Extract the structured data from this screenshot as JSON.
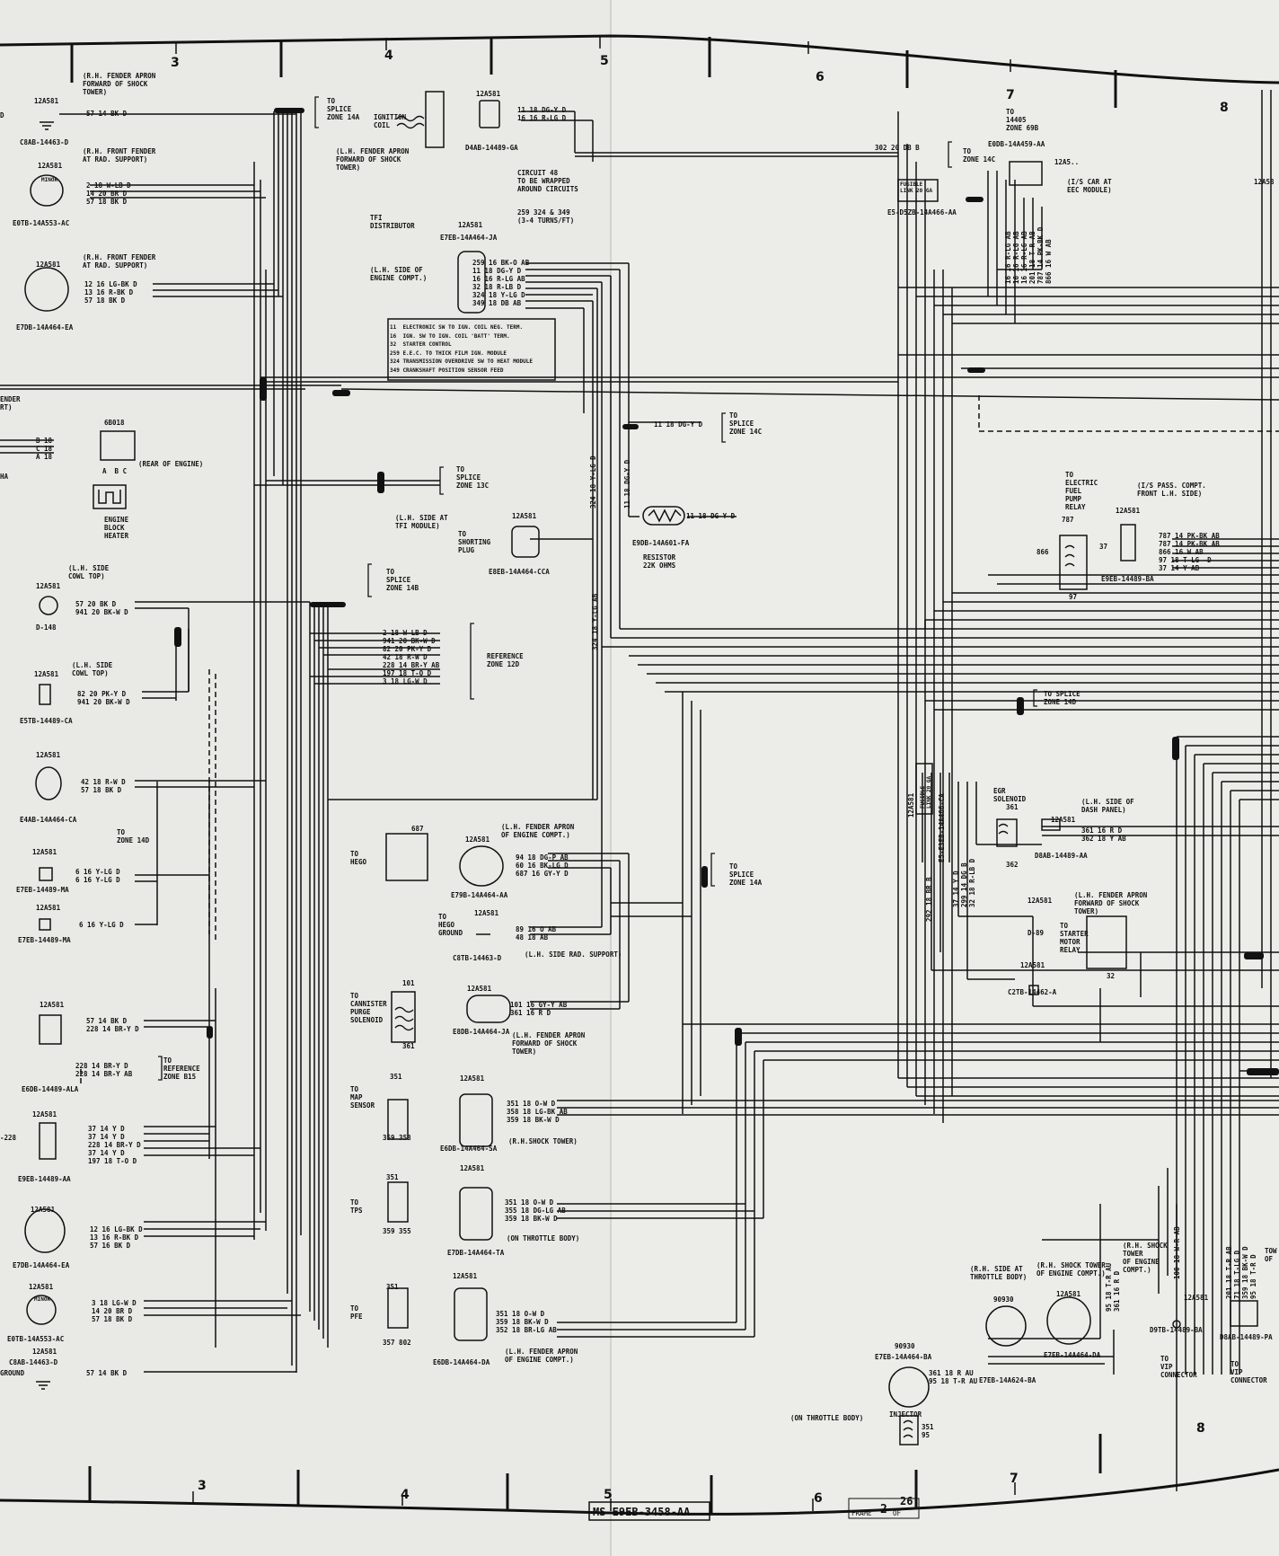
{
  "zones": {
    "top": [
      "3",
      "4",
      "5",
      "6",
      "7",
      "8"
    ],
    "bottom": [
      "3",
      "4",
      "5",
      "6",
      "7",
      "8"
    ]
  },
  "title_block": {
    "doc_number": "MS-E9EB-3458-AA",
    "frame_word": "FRAME",
    "frame_num": "2",
    "frame_of": "OF",
    "frame_total": "26"
  },
  "left": {
    "l01": "(R.H. FENDER APRON\nFORWARD OF SHOCK\nTOWER)",
    "l02": "12A581",
    "l03": "D",
    "l04": "57 14 BK D",
    "l05": "C8AB-14463-D",
    "l06": "(R.H. FRONT FENDER\nAT RAD. SUPPORT)",
    "l07": "12A581",
    "l08": "MINOR",
    "l09": "2 18 W-LB D\n14 20 BR D\n57 18 BK D",
    "l10": "E0TB-14A553-AC",
    "l11": "(R.H. FRONT FENDER\nAT RAD. SUPPORT)",
    "l12": "12A581",
    "l13": "12 16 LG-BK D\n13 16 R-BK D\n57 18 BK D",
    "l14": "E7DB-14A464-EA",
    "l15": "ENDER\nRT)",
    "l16": "6B018",
    "l17": "B 18\nC 18\nA 18",
    "l18": "HA",
    "l19": "A  B C",
    "l20": "(REAR OF ENGINE)",
    "l21": "ENGINE\nBLOCK\nHEATER",
    "l22": "(L.H. SIDE\nCOWL TOP)",
    "l23": "12A581",
    "l24": "57 20 BK D\n941 20 BK-W D",
    "l25": "D-148",
    "l26": "(L.H. SIDE\nCOWL TOP)",
    "l27": "12A581",
    "l28": "82 20 PK-Y D\n941 20 BK-W D",
    "l29": "E5TB-14489-CA",
    "l30": "12A581",
    "l31": "42 18 R-W D\n57 18 BK D",
    "l32": "E4AB-14A464-CA",
    "l33": "TO\nZONE 14D",
    "l34": "12A581",
    "l35": "6 16 Y-LG D\n6 16 Y-LG D",
    "l36": "E7EB-14489-MA",
    "l37": "12A581",
    "l38": "6 16 Y-LG D",
    "l39": "E7EB-14489-MA",
    "l40": "12A581",
    "l41": "57 14 BK D\n228 14 BR-Y D",
    "l42": "228 14 BR-Y D\n228 14 BR-Y AB",
    "l43": "TO\nREFERENCE\nZONE B15",
    "l44": "E6DB-14489-ALA",
    "l45": "12A581",
    "l46": "-228",
    "l47": "37 14 Y D\n37 14 Y D\n228 14 BR-Y D\n37 14 Y D\n197 18 T-O D",
    "l48": "E9EB-14489-AA",
    "l49": "12A581",
    "l50": "12 16 LG-BK D\n13 16 R-BK D\n57 16 BK D",
    "l51": "E7DB-14A464-EA",
    "l52": "12A581",
    "l53": "MINOR",
    "l54": "3 18 LG-W D\n14 20 BR D\n57 18 BK D",
    "l55": "E0TB-14A553-AC",
    "l56": "12A581",
    "l57": "C8AB-14463-D",
    "l58": "GROUND",
    "l59": "57 14 BK D"
  },
  "mid": {
    "m01": "TO\nSPLICE\nZONE 14A",
    "m02": "IGNITION\nCOIL",
    "m03": "(L.H. FENDER APRON\nFORWARD OF SHOCK\nTOWER)",
    "m04": "12A581",
    "m05": "11 18 DG-Y D\n16 16 R-LG D",
    "m06": "D4AB-14489-GA",
    "m07": "CIRCUIT 48\nTO BE WRAPPED\nAROUND CIRCUITS",
    "m08": "259 324 & 349\n(3-4 TURNS/FT)",
    "m09": "TFI\nDISTRIBUTOR",
    "m10": "12A581",
    "m11": "E7EB-14A464-JA",
    "m12": "(L.H. SIDE OF\nENGINE COMPT.)",
    "m13": "259 16 BK-O AB\n11 18 DG-Y D\n16 16 R-LG AB\n32 18 R-LB D\n324 18 Y-LG D\n349 18 DB AB",
    "m14": "11  ELECTRONIC SW TO IGN. COIL NEG. TERM.\n16  IGN. SW TO IGN. COIL 'BATT' TERM.\n32  STARTER CONTROL\n259 E.E.C. TO THICK FILM IGN. MODULE\n324 TRANSMISSION OVERDRIVE SW TO HEAT MODULE\n349 CRANKSHAFT POSITION SENSOR FEED",
    "m15": "11 18 DG-Y D",
    "m16": "TO\nSPLICE\nZONE 14C",
    "m17": "324 18 Y-LG D",
    "m18": "11 18 DG-Y D",
    "m19": "TO\nSPLICE\nZONE 13C",
    "m20": "11 18 DG-Y D",
    "m21": "E9DB-14A601-FA",
    "m22": "RESISTOR\n22K OHMS",
    "m23": "(L.H. SIDE AT\nTFI MODULE)",
    "m24": "12A581",
    "m25": "TO\nSHORTING\nPLUG",
    "m26": "E8EB-14A464-CCA",
    "m27": "324 18 Y-LG AB",
    "m28": "TO\nSPLICE\nZONE 14B",
    "m29": "2 18 W-LB D\n941 20 BK-W D\n82 20 PK-Y D\n42 18 R-W D\n228 14 BR-Y AB\n197 18 T-O D\n3 18 LG-W D",
    "m30": "REFERENCE\nZONE 12D",
    "m31": "(L.H. FENDER APRON\nOF ENGINE COMPT.)",
    "m32": "12A581",
    "m33": "TO\nHEGO",
    "m34": "687",
    "m35": "94 18 DG-P AB\n60 16 BK-LG D\n687 16 GY-Y D",
    "m36": "E79B-14A464-AA",
    "m37": "TO\nSPLICE\nZONE 14A",
    "m38": "12A581",
    "m39": "TO\nHEGO\nGROUND",
    "m40": "89 16 O AB\n48 18 AB",
    "m41": "C8TB-14463-D",
    "m42": "(L.H. SIDE RAD. SUPPORT)",
    "m43": "101",
    "m44": "TO\nCANNISTER\nPURGE\nSOLENOID",
    "m45": "12A581",
    "m46": "101 16 GY-Y AB\n361 16 R D",
    "m47": "E8DB-14A464-JA",
    "m48": "(L.H. FENDER APRON\nFORWARD OF SHOCK\nTOWER)",
    "m49": "361",
    "m50": "351",
    "m51": "TO\nMAP\nSENSOR",
    "m52": "12A581",
    "m53": "351 18 O-W D\n358 18 LG-BK AB\n359 18 BK-W D",
    "m54": "E6DB-14A464-SA",
    "m55": "(R.H.SHOCK TOWER)",
    "m56": "359 358",
    "m57": "351",
    "m58": "TO\nTPS",
    "m59": "12A581",
    "m60": "351 18 O-W D\n355 18 DG-LG AB\n359 18 BK-W D",
    "m61": "E7DB-14A464-TA",
    "m62": "(ON THROTTLE BODY)",
    "m63": "359 355",
    "m64": "351",
    "m65": "TO\nPFE",
    "m66": "12A581",
    "m67": "351 18 O-W D\n359 18 BK-W D\n352 18 BR-LG AB",
    "m68": "E6DB-14A464-DA",
    "m69": "(L.H. FENDER APRON\nOF ENGINE COMPT.)",
    "m70": "357 802"
  },
  "right": {
    "r01": "TO\n14405\nZONE 69B",
    "r02": "E0DB-14A459-AA",
    "r03": "302 20 DB B",
    "r04": "TO\nZONE 14C",
    "r05": "12A5..",
    "r06": "FUSIBLE\nLINK 20 GA",
    "r07": "E5-D5ZB-14A466-AA",
    "r08": "(I/S CAR AT\nEEC MODULE)",
    "r09": "12A58",
    "r10": "16 16 R-LG AB\n16 16 R-LG AB\n16 16 R-LG AB\n201 18 T-R AB\n787 14 PK-BK D\n866 16 W AB",
    "r11": "TO\nELECTRIC\nFUEL\nPUMP\nRELAY",
    "r12": "787",
    "r13": "866",
    "r14": "37",
    "r15": "97",
    "r16": "(I/S PASS. COMPT.\nFRONT L.H. SIDE)",
    "r17": "12A581",
    "r18": "787 14 PK-BK AB\n787 14 PK-BK AB\n866 16 W AB\n97 18 T-LG -D\n37 14 Y AB",
    "r19": "E9EB-14489-BA",
    "r20": "TO SPLICE\nZONE 14D",
    "r21": "12A581",
    "r22": "FUSIBLE\nLINK 20 GA",
    "r23": "E5-E3EB-14A466-CA",
    "r24": "EGR\nSOLENOID",
    "r25": "361",
    "r26": "362",
    "r27": "(L.H. SIDE OF\nDASH PANEL)",
    "r28": "12A581",
    "r29": "361 16 R D\n362 18 Y AB",
    "r30": "D8AB-14489-AA",
    "r31": "292 18 BR B",
    "r32": "37 14 Y D\n299 14 DG B\n32 18 R-LB D",
    "r33": "12A581",
    "r34": "D-89",
    "r35": "(L.H. FENDER APRON\nFORWARD OF SHOCK\nTOWER)",
    "r36": "TO\nSTARTER\nMOTOR\nRELAY",
    "r37": "32",
    "r38": "12A581",
    "r39": "C2TB-14462-A",
    "r40": "(R.H. SIDE AT\nTHROTTLE BODY)",
    "r41": "90930",
    "r42": "(R.H. SHOCK TOWER\nOF ENGINE COMPT.)",
    "r43": "12A581",
    "r44": "95 18 T-R AU\n361 16 R D",
    "r45": "(R.H. SHOCK\nTOWER\nOF ENGINE\nCOMPT.)",
    "r46": "100 18 W-R AB",
    "r47": "12A581",
    "r48": "D9TB-14489-BA",
    "r49": "E7EB-14A464-DA",
    "r50": "90930",
    "r51": "E7EB-14A464-BA",
    "r52": "361 18 R AU\n95 18 T-R AU",
    "r53": "E7EB-14A624-BA",
    "r54": "(ON THROTTLE BODY)",
    "r55": "INJECTOR",
    "r56": "351\n95",
    "r57": "TO\nVIP\nCONNECTOR",
    "r58": "201 18 T-R AB\n71 18 T-LG D\n359 18 BK-W D\n95 18 T-R D",
    "r59": "D8AB-14489-PA",
    "r60": "TO\nVIP\nCONNECTOR",
    "r61": "TOW\nOF"
  }
}
